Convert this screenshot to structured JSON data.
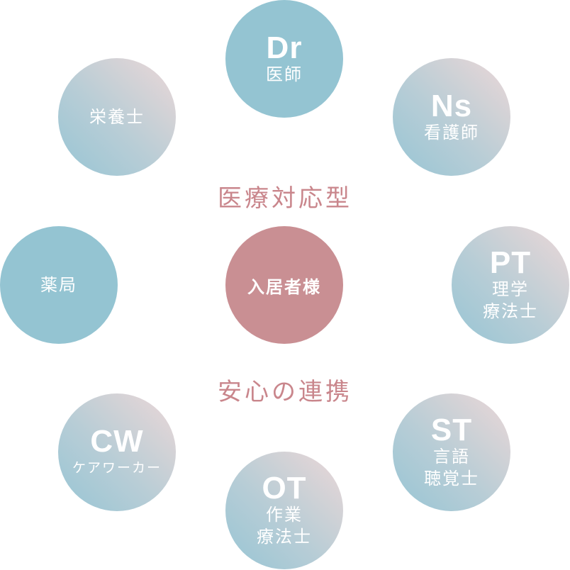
{
  "center": {
    "label": "入居者様"
  },
  "top_label": "医療対応型",
  "bottom_label": "安心の連携",
  "nodes": {
    "dr": {
      "abbr": "Dr",
      "name": "医師"
    },
    "ns": {
      "abbr": "Ns",
      "name": "看護師"
    },
    "pt": {
      "abbr": "PT",
      "name1": "理学",
      "name2": "療法士"
    },
    "st": {
      "abbr": "ST",
      "name1": "言語",
      "name2": "聴覚士"
    },
    "ot": {
      "abbr": "OT",
      "name1": "作業",
      "name2": "療法士"
    },
    "cw": {
      "abbr": "CW",
      "name": "ケアワーカー"
    },
    "pharmacy": {
      "name": "薬局"
    },
    "nutritionist": {
      "name": "栄養士"
    }
  },
  "colors": {
    "blue": "#94c4d2",
    "pink": "#ecd7d7",
    "center": "#c98f93",
    "text": "#c9868c"
  }
}
